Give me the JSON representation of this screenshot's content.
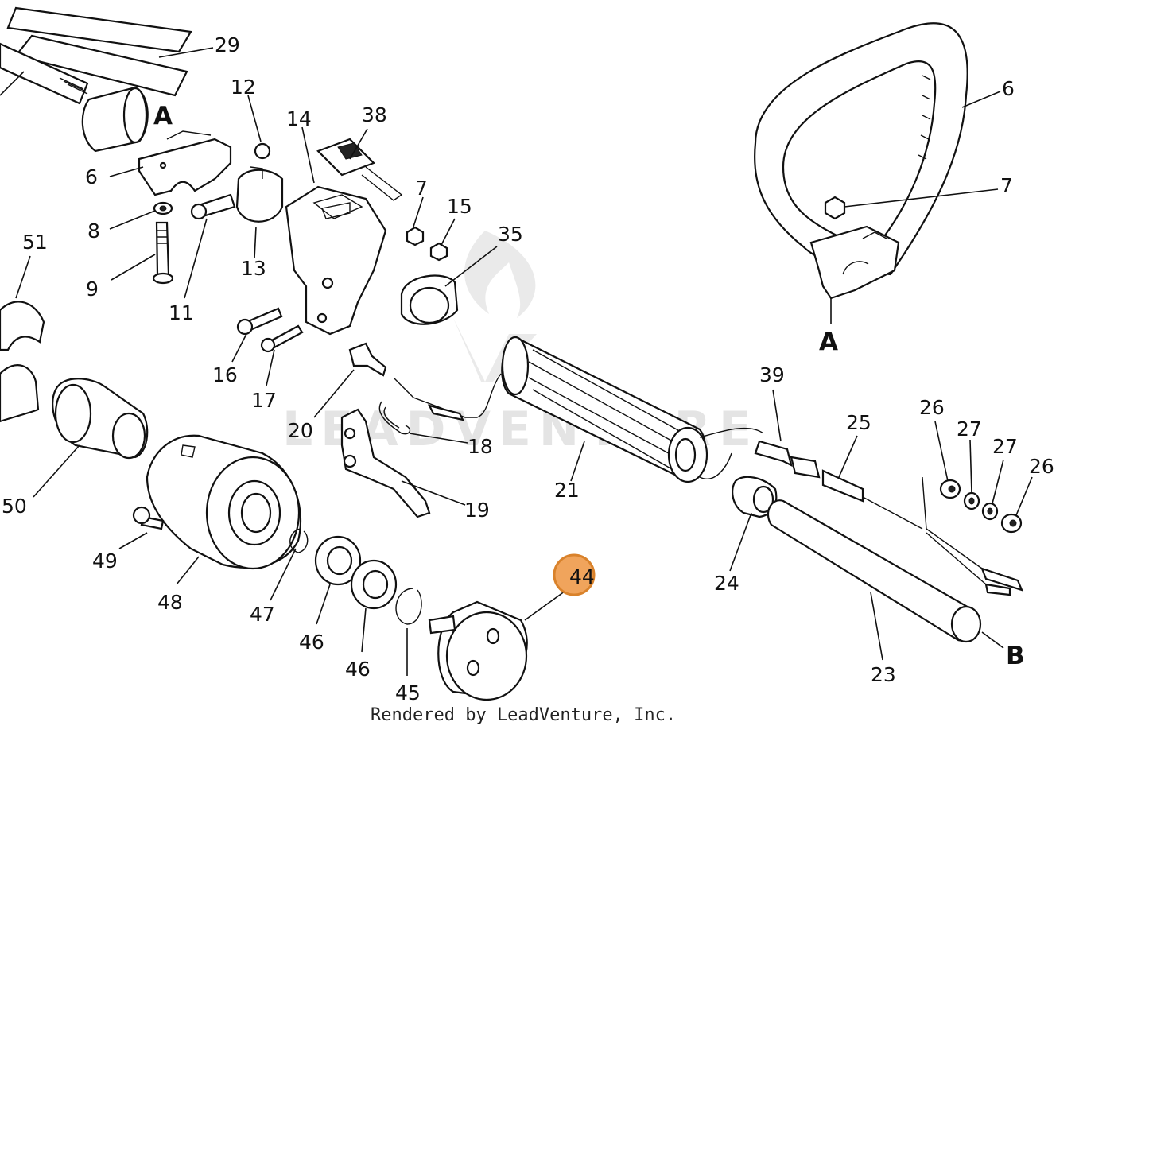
{
  "diagram": {
    "highlight_color": "#f0a45c",
    "highlight_stroke": "#d9822b",
    "highlighted_callout": "44",
    "credit": "Rendered by LeadVenture, Inc.",
    "letters": {
      "a1": "A",
      "a2": "A",
      "b": "B"
    },
    "callouts": {
      "c29": "29",
      "c12": "12",
      "c14": "14",
      "c38": "38",
      "c6a": "6",
      "c7a": "7",
      "c15": "15",
      "c35": "35",
      "c8": "8",
      "c9": "9",
      "c11": "11",
      "c13": "13",
      "c51": "51",
      "c16": "16",
      "c17": "17",
      "c20": "20",
      "c18": "18",
      "c19": "19",
      "c21": "21",
      "c50": "50",
      "c49": "49",
      "c48": "48",
      "c47": "47",
      "c46a": "46",
      "c46b": "46",
      "c45": "45",
      "c44": "44",
      "c6b": "6",
      "c7b": "7",
      "c39": "39",
      "c25": "25",
      "c26a": "26",
      "c27a": "27",
      "c27b": "27",
      "c26b": "26",
      "c24": "24",
      "c23": "23"
    }
  }
}
